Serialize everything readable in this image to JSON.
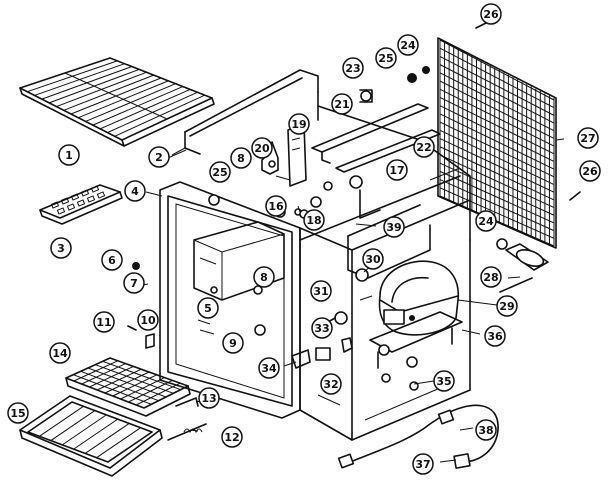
{
  "callouts": [
    {
      "n": "1"
    },
    {
      "n": "2"
    },
    {
      "n": "3"
    },
    {
      "n": "4"
    },
    {
      "n": "5"
    },
    {
      "n": "6"
    },
    {
      "n": "7"
    },
    {
      "n": "8"
    },
    {
      "n": "8"
    },
    {
      "n": "9"
    },
    {
      "n": "10"
    },
    {
      "n": "11"
    },
    {
      "n": "12"
    },
    {
      "n": "13"
    },
    {
      "n": "14"
    },
    {
      "n": "15"
    },
    {
      "n": "16"
    },
    {
      "n": "17"
    },
    {
      "n": "18"
    },
    {
      "n": "19"
    },
    {
      "n": "20"
    },
    {
      "n": "21"
    },
    {
      "n": "22"
    },
    {
      "n": "23"
    },
    {
      "n": "24"
    },
    {
      "n": "24"
    },
    {
      "n": "25"
    },
    {
      "n": "25"
    },
    {
      "n": "26"
    },
    {
      "n": "26"
    },
    {
      "n": "27"
    },
    {
      "n": "28"
    },
    {
      "n": "29"
    },
    {
      "n": "30"
    },
    {
      "n": "31"
    },
    {
      "n": "32"
    },
    {
      "n": "33"
    },
    {
      "n": "34"
    },
    {
      "n": "35"
    },
    {
      "n": "36"
    },
    {
      "n": "37"
    },
    {
      "n": "38"
    },
    {
      "n": "39"
    }
  ]
}
